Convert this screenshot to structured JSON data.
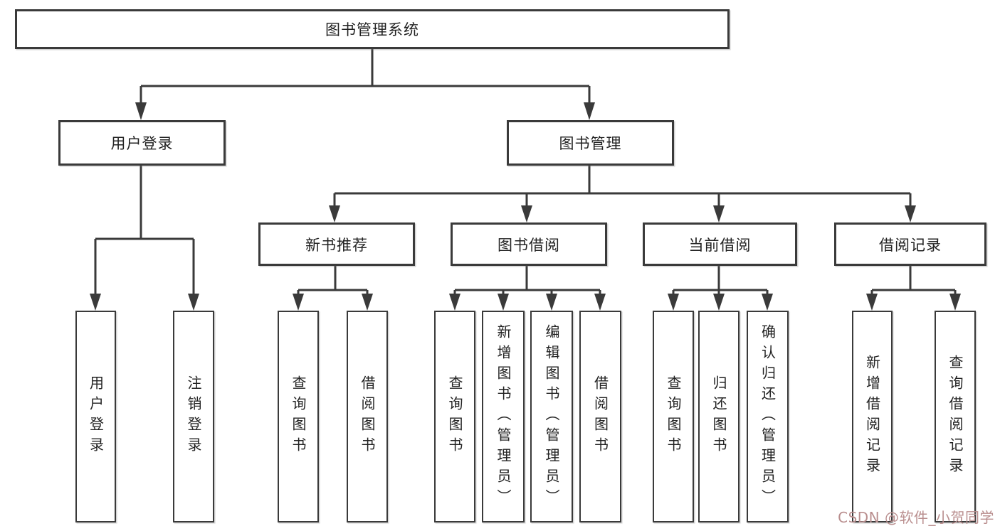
{
  "tree": {
    "label": "图书管理系统",
    "children": [
      {
        "label": "用户登录",
        "children": [
          {
            "label": "用户登录"
          },
          {
            "label": "注销登录"
          }
        ]
      },
      {
        "label": "图书管理",
        "children": [
          {
            "label": "新书推荐",
            "children": [
              {
                "label": "查询图书"
              },
              {
                "label": "借阅图书"
              }
            ]
          },
          {
            "label": "图书借阅",
            "children": [
              {
                "label": "查询图书"
              },
              {
                "label": "新增图书（管理员）"
              },
              {
                "label": "编辑图书（管理员）"
              },
              {
                "label": "借阅图书"
              }
            ]
          },
          {
            "label": "当前借阅",
            "children": [
              {
                "label": "查询图书"
              },
              {
                "label": "归还图书"
              },
              {
                "label": "确认归还（管理员）"
              }
            ]
          },
          {
            "label": "借阅记录",
            "children": [
              {
                "label": "新增借阅记录"
              },
              {
                "label": "查询借阅记录"
              }
            ]
          }
        ]
      }
    ]
  },
  "watermark": {
    "text": "CSDN @软件_小贺同学",
    "color": "#b98e8e"
  },
  "colors": {
    "line": "#3a3a3a",
    "box_border": "#3a3a3a",
    "text": "#222222",
    "background": "#ffffff"
  }
}
